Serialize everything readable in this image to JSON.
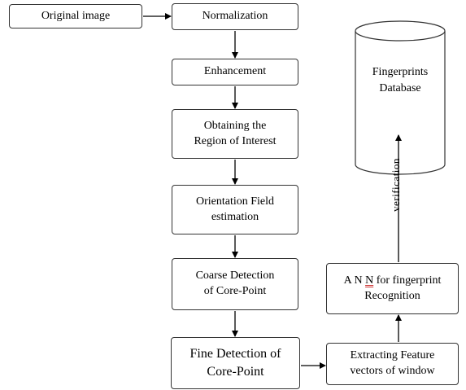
{
  "diagram": {
    "nodes": {
      "original_image": "Original image",
      "normalization": "Normalization",
      "enhancement": "Enhancement",
      "roi": {
        "line1": "Obtaining the",
        "line2": "Region of Interest"
      },
      "orientation": {
        "line1": "Orientation Field",
        "line2": "estimation"
      },
      "coarse": {
        "line1": "Coarse Detection",
        "line2": "of Core-Point"
      },
      "fine": {
        "line1": "Fine Detection of",
        "line2": "Core-Point"
      },
      "extracting": {
        "line1": "Extracting Feature",
        "line2": "vectors of window"
      },
      "ann": {
        "line1_a": "A N ",
        "line1_b": "N",
        "line1_c": " for  fingerprint",
        "line2": "Recognition"
      },
      "database": {
        "line1": "Fingerprints",
        "line2": "Database"
      }
    },
    "edge_labels": {
      "verification": "verification"
    },
    "colors": {
      "stroke": "#333333",
      "arrow": "#000000",
      "text": "#000000",
      "spell_underline": "#cc3333"
    }
  }
}
